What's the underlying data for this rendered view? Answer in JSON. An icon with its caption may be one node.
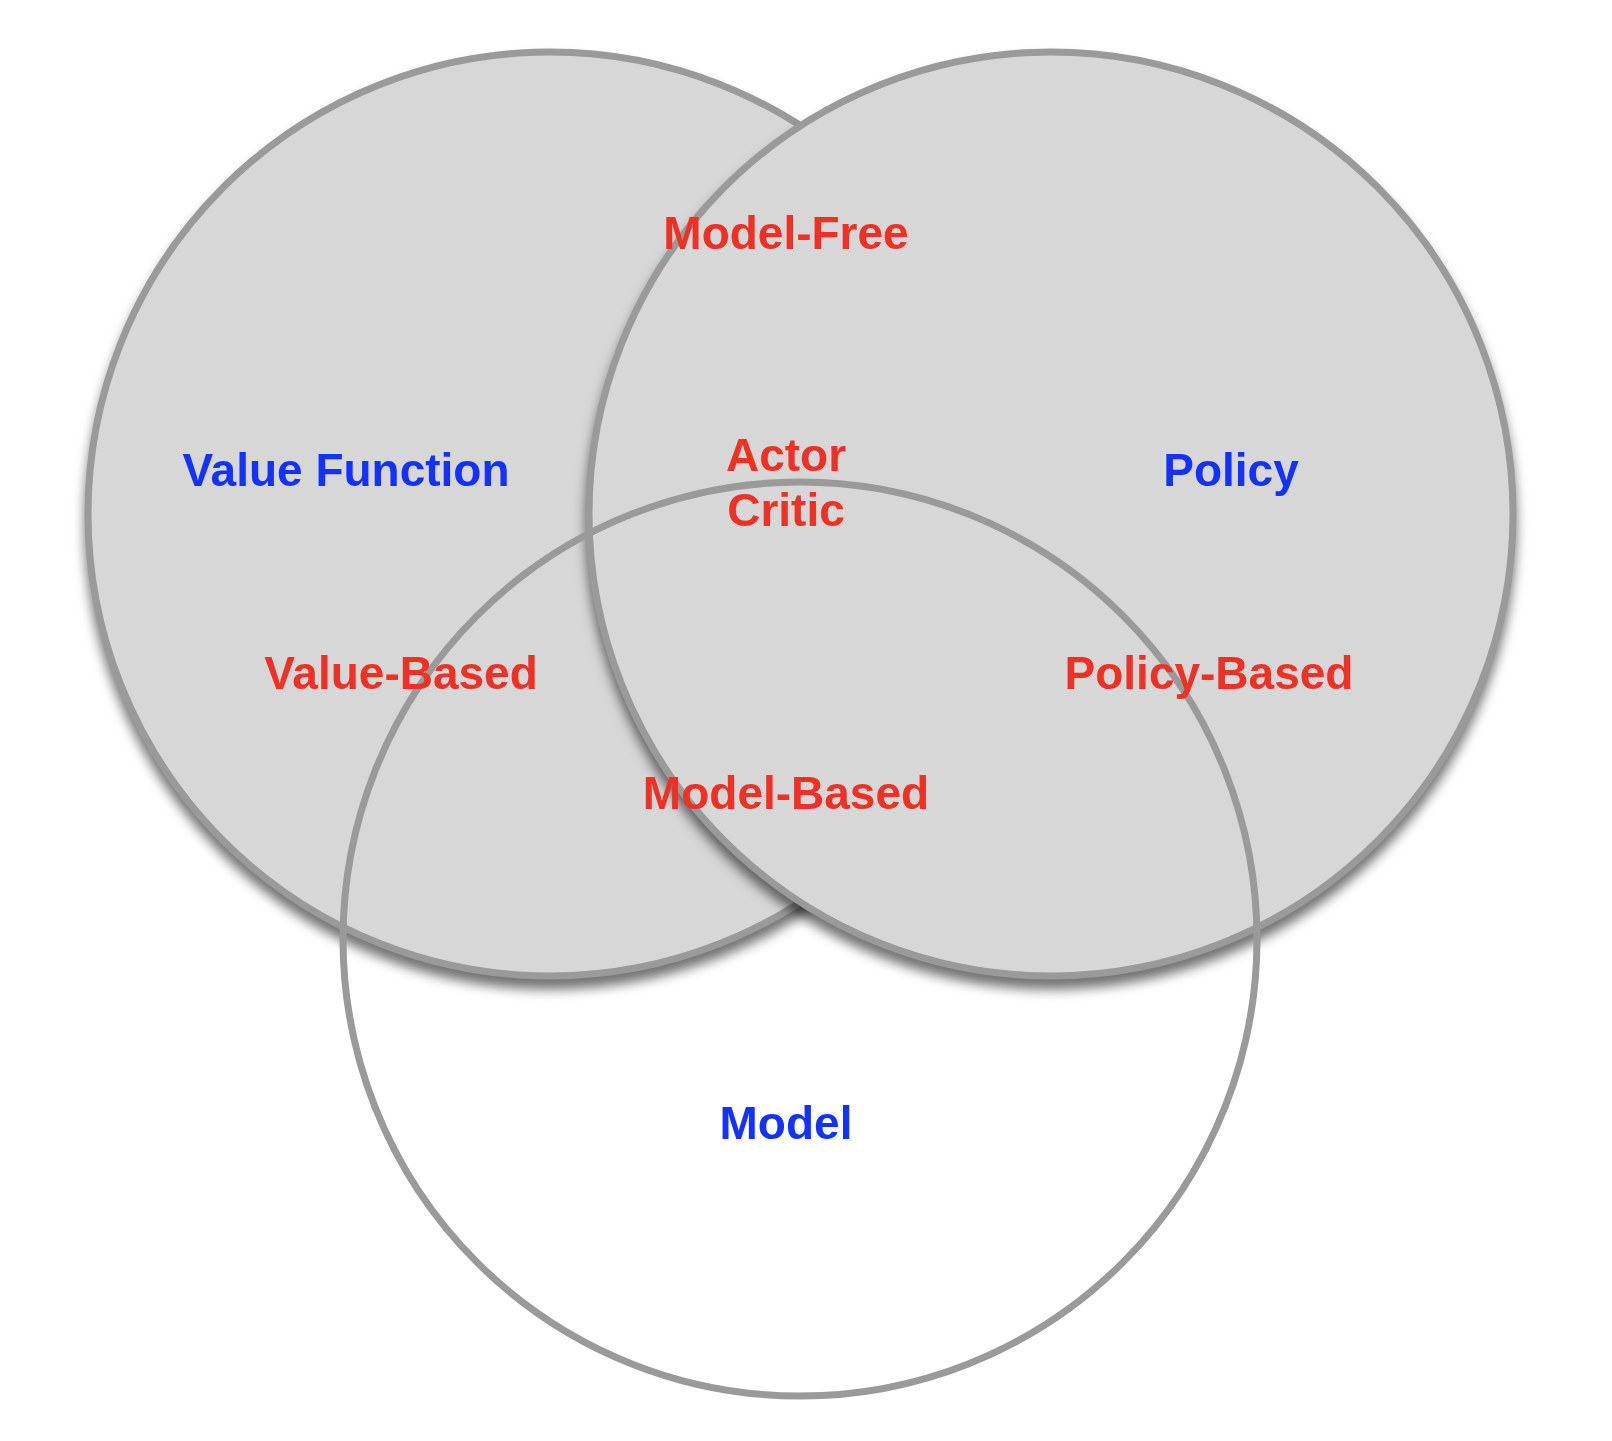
{
  "diagram": {
    "nodes": [
      {
        "text": [
          "Value Function"
        ]
      },
      {
        "text": [
          "Policy"
        ]
      },
      {
        "text": [
          "Model"
        ]
      }
    ],
    "labels": [
      "Model-Free",
      "Actor Critic",
      "Value-Based",
      "Policy-Based",
      "Model-Based"
    ]
  }
}
